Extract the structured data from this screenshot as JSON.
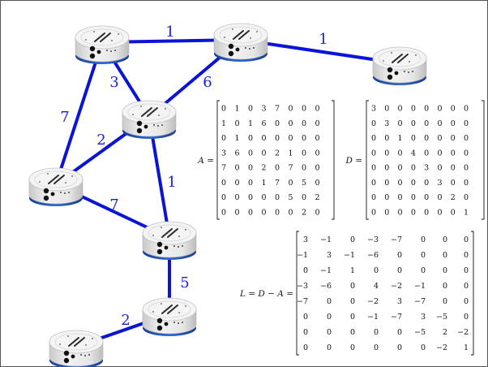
{
  "edges": [
    {
      "from": "r1",
      "to": "r2",
      "weight": "1"
    },
    {
      "from": "r2",
      "to": "r3",
      "weight": "1"
    },
    {
      "from": "r1",
      "to": "r4",
      "weight": "3"
    },
    {
      "from": "r2",
      "to": "r4",
      "weight": "6"
    },
    {
      "from": "r1",
      "to": "r5",
      "weight": "7"
    },
    {
      "from": "r4",
      "to": "r5",
      "weight": "2"
    },
    {
      "from": "r4",
      "to": "r6",
      "weight": "1"
    },
    {
      "from": "r5",
      "to": "r6",
      "weight": "7"
    },
    {
      "from": "r6",
      "to": "r7",
      "weight": "5"
    },
    {
      "from": "r7",
      "to": "r8",
      "weight": "2"
    }
  ],
  "matrices": {
    "A": {
      "label": "A =",
      "rows": [
        [
          "0",
          "1",
          "0",
          "3",
          "7",
          "0",
          "0",
          "0"
        ],
        [
          "1",
          "0",
          "1",
          "6",
          "0",
          "0",
          "0",
          "0"
        ],
        [
          "0",
          "1",
          "0",
          "0",
          "0",
          "0",
          "0",
          "0"
        ],
        [
          "3",
          "6",
          "0",
          "0",
          "2",
          "1",
          "0",
          "0"
        ],
        [
          "7",
          "0",
          "0",
          "2",
          "0",
          "7",
          "0",
          "0"
        ],
        [
          "0",
          "0",
          "0",
          "1",
          "7",
          "0",
          "5",
          "0"
        ],
        [
          "0",
          "0",
          "0",
          "0",
          "0",
          "5",
          "0",
          "2"
        ],
        [
          "0",
          "0",
          "0",
          "0",
          "0",
          "0",
          "2",
          "0"
        ]
      ]
    },
    "D": {
      "label": "D =",
      "rows": [
        [
          "3",
          "0",
          "0",
          "0",
          "0",
          "0",
          "0",
          "0"
        ],
        [
          "0",
          "3",
          "0",
          "0",
          "0",
          "0",
          "0",
          "0"
        ],
        [
          "0",
          "0",
          "1",
          "0",
          "0",
          "0",
          "0",
          "0"
        ],
        [
          "0",
          "0",
          "0",
          "4",
          "0",
          "0",
          "0",
          "0"
        ],
        [
          "0",
          "0",
          "0",
          "0",
          "3",
          "0",
          "0",
          "0"
        ],
        [
          "0",
          "0",
          "0",
          "0",
          "0",
          "3",
          "0",
          "0"
        ],
        [
          "0",
          "0",
          "0",
          "0",
          "0",
          "0",
          "2",
          "0"
        ],
        [
          "0",
          "0",
          "0",
          "0",
          "0",
          "0",
          "0",
          "1"
        ]
      ]
    },
    "L": {
      "label": "L = D − A =",
      "rows": [
        [
          "3",
          "−1",
          "0",
          "−3",
          "−7",
          "0",
          "0",
          "0"
        ],
        [
          "−1",
          "3",
          "−1",
          "−6",
          "0",
          "0",
          "0",
          "0"
        ],
        [
          "0",
          "−1",
          "1",
          "0",
          "0",
          "0",
          "0",
          "0"
        ],
        [
          "−3",
          "−6",
          "0",
          "4",
          "−2",
          "−1",
          "0",
          "0"
        ],
        [
          "−7",
          "0",
          "0",
          "−2",
          "3",
          "−7",
          "0",
          "0"
        ],
        [
          "0",
          "0",
          "0",
          "−1",
          "−7",
          "3",
          "−5",
          "0"
        ],
        [
          "0",
          "0",
          "0",
          "0",
          "0",
          "−5",
          "2",
          "−2"
        ],
        [
          "0",
          "0",
          "0",
          "0",
          "0",
          "0",
          "−2",
          "1"
        ]
      ]
    }
  },
  "colors": {
    "edge": "#0a14d8",
    "robot_body": "#ebebeb",
    "robot_base": "#1f57c2"
  },
  "robot_icon": "round-mobile-robot"
}
